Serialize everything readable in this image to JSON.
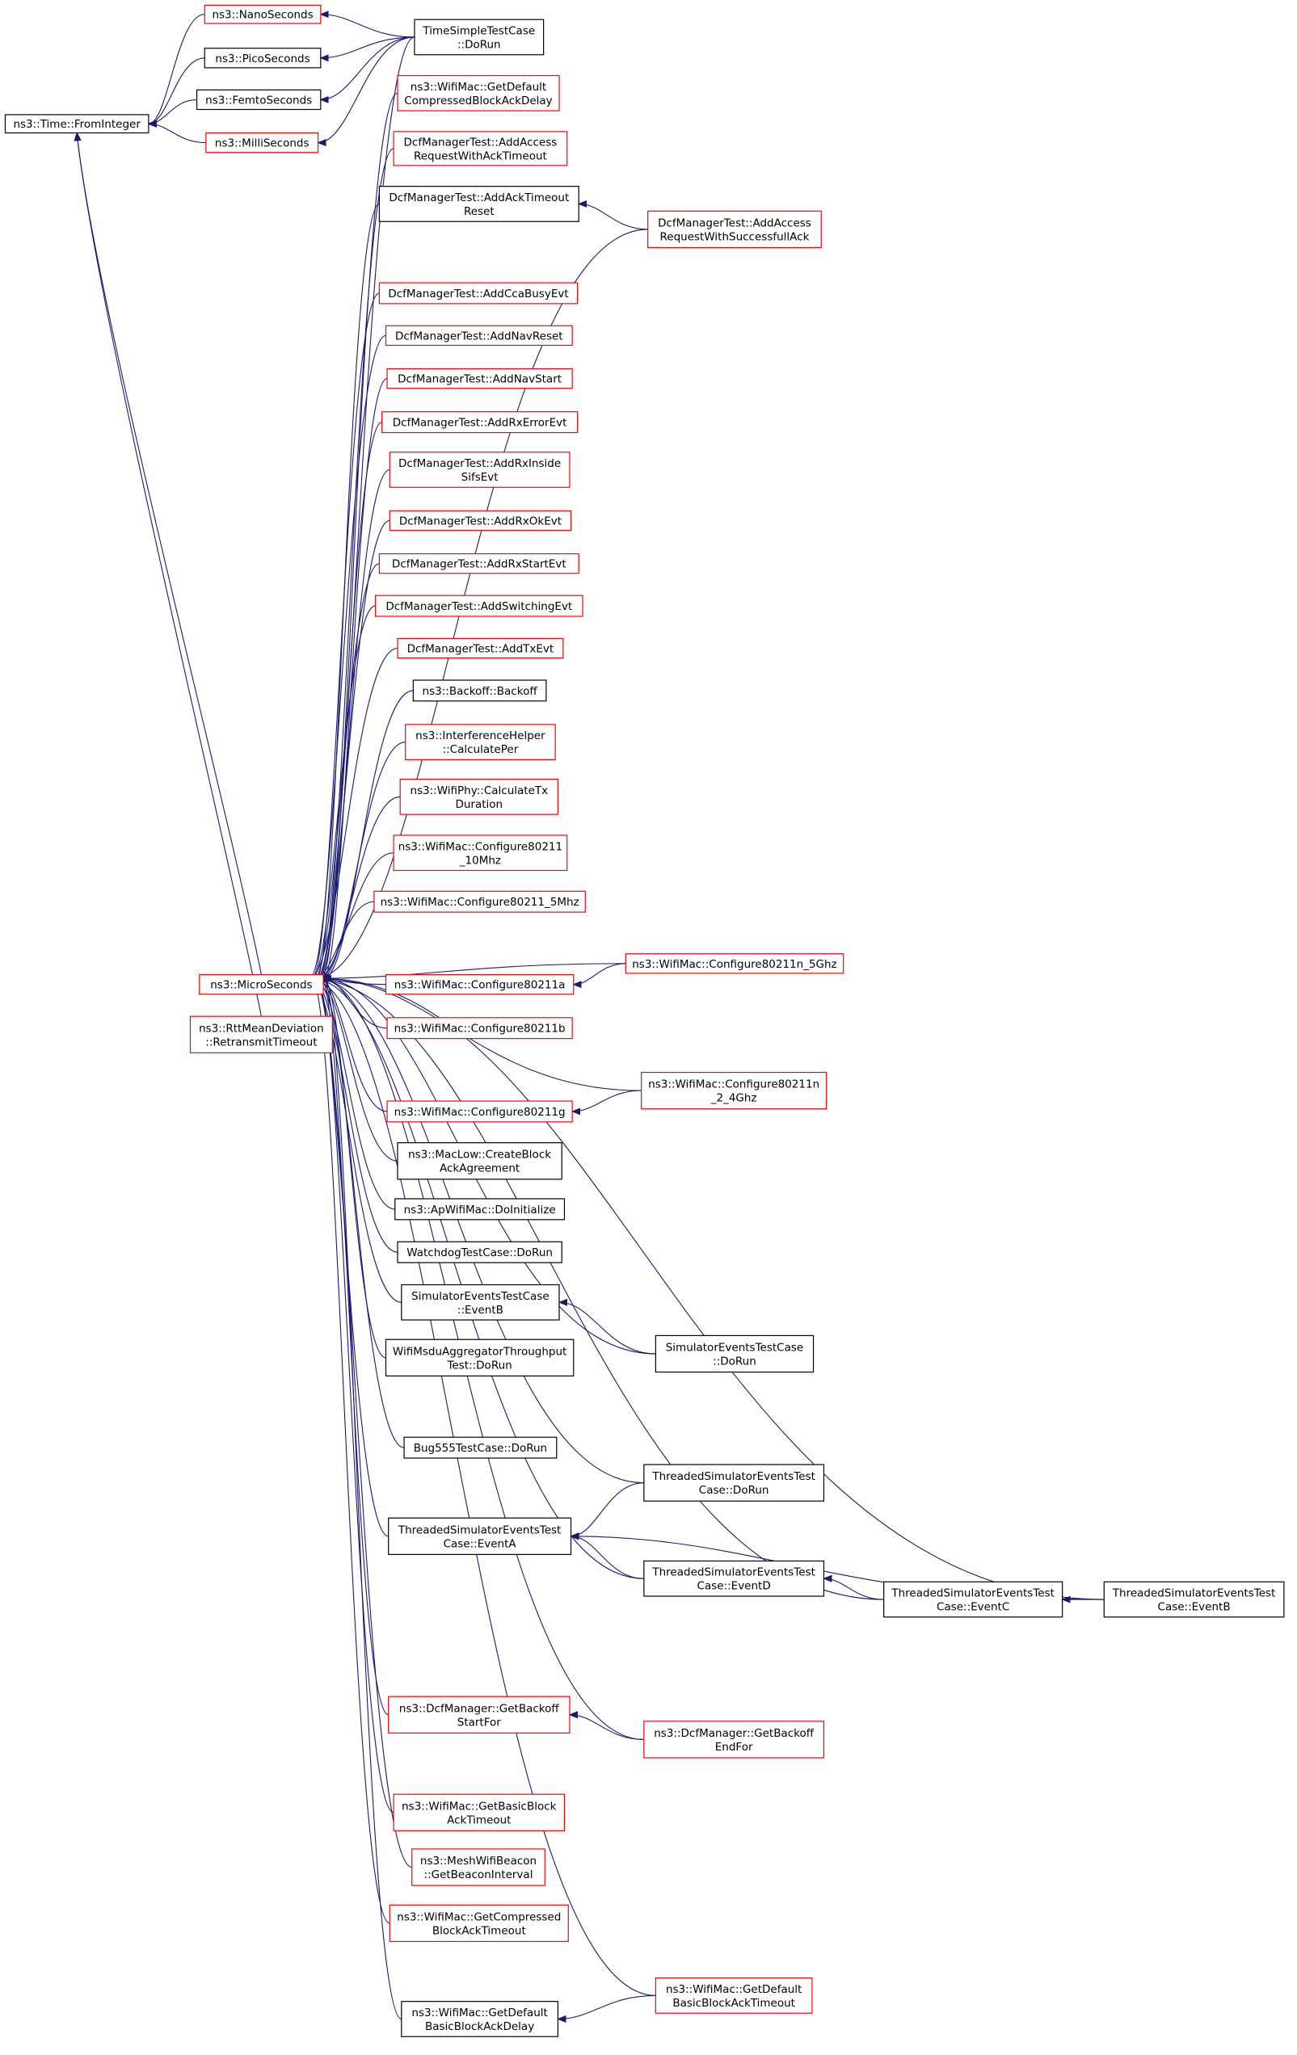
{
  "colors": {
    "edge": "#191970",
    "border_black": "#000000",
    "border_red": "#ff0000",
    "root_fill": "#bfbfbf"
  },
  "nodes": {
    "n0": {
      "lines": [
        "ns3::Time::FromInteger"
      ],
      "border": "gray"
    },
    "n1": {
      "lines": [
        "ns3::NanoSeconds"
      ],
      "border": "red"
    },
    "n2": {
      "lines": [
        "ns3::PicoSeconds"
      ],
      "border": "black"
    },
    "n3": {
      "lines": [
        "ns3::FemtoSeconds"
      ],
      "border": "black"
    },
    "n4": {
      "lines": [
        "ns3::MilliSeconds"
      ],
      "border": "red"
    },
    "n5": {
      "lines": [
        "ns3::MicroSeconds"
      ],
      "border": "red"
    },
    "n6": {
      "lines": [
        "ns3::RttMeanDeviation",
        "::RetransmitTimeout"
      ],
      "border": "red"
    },
    "n7": {
      "lines": [
        "TimeSimpleTestCase",
        "::DoRun"
      ],
      "border": "black"
    },
    "n8": {
      "lines": [
        "ns3::WifiMac::GetDefault",
        "CompressedBlockAckDelay"
      ],
      "border": "red"
    },
    "n9": {
      "lines": [
        "DcfManagerTest::AddAccess",
        "RequestWithAckTimeout"
      ],
      "border": "red"
    },
    "n10": {
      "lines": [
        "DcfManagerTest::AddAckTimeout",
        "Reset"
      ],
      "border": "black"
    },
    "n11": {
      "lines": [
        "DcfManagerTest::AddAccess",
        "RequestWithSuccessfullAck"
      ],
      "border": "red"
    },
    "n12": {
      "lines": [
        "DcfManagerTest::AddCcaBusyEvt"
      ],
      "border": "red"
    },
    "n13": {
      "lines": [
        "DcfManagerTest::AddNavReset"
      ],
      "border": "red"
    },
    "n14": {
      "lines": [
        "DcfManagerTest::AddNavStart"
      ],
      "border": "red"
    },
    "n15": {
      "lines": [
        "DcfManagerTest::AddRxErrorEvt"
      ],
      "border": "red"
    },
    "n16": {
      "lines": [
        "DcfManagerTest::AddRxInside",
        "SifsEvt"
      ],
      "border": "red"
    },
    "n17": {
      "lines": [
        "DcfManagerTest::AddRxOkEvt"
      ],
      "border": "red"
    },
    "n18": {
      "lines": [
        "DcfManagerTest::AddRxStartEvt"
      ],
      "border": "red"
    },
    "n19": {
      "lines": [
        "DcfManagerTest::AddSwitchingEvt"
      ],
      "border": "red"
    },
    "n20": {
      "lines": [
        "DcfManagerTest::AddTxEvt"
      ],
      "border": "red"
    },
    "n21": {
      "lines": [
        "ns3::Backoff::Backoff"
      ],
      "border": "black"
    },
    "n22": {
      "lines": [
        "ns3::InterferenceHelper",
        "::CalculatePer"
      ],
      "border": "red"
    },
    "n23": {
      "lines": [
        "ns3::WifiPhy::CalculateTx",
        "Duration"
      ],
      "border": "red"
    },
    "n24": {
      "lines": [
        "ns3::WifiMac::Configure80211",
        "_10Mhz"
      ],
      "border": "red"
    },
    "n25": {
      "lines": [
        "ns3::WifiMac::Configure80211_5Mhz"
      ],
      "border": "red"
    },
    "n26": {
      "lines": [
        "ns3::WifiMac::Configure80211n_5Ghz"
      ],
      "border": "red"
    },
    "n27": {
      "lines": [
        "ns3::WifiMac::Configure80211a"
      ],
      "border": "red"
    },
    "n28": {
      "lines": [
        "ns3::WifiMac::Configure80211b"
      ],
      "border": "red"
    },
    "n29": {
      "lines": [
        "ns3::WifiMac::Configure80211n",
        "_2_4Ghz"
      ],
      "border": "red"
    },
    "n30": {
      "lines": [
        "ns3::WifiMac::Configure80211g"
      ],
      "border": "red"
    },
    "n31": {
      "lines": [
        "ns3::MacLow::CreateBlock",
        "AckAgreement"
      ],
      "border": "black"
    },
    "n32": {
      "lines": [
        "ns3::ApWifiMac::DoInitialize"
      ],
      "border": "black"
    },
    "n33": {
      "lines": [
        "WatchdogTestCase::DoRun"
      ],
      "border": "black"
    },
    "n34": {
      "lines": [
        "SimulatorEventsTestCase",
        "::EventB"
      ],
      "border": "black"
    },
    "n35": {
      "lines": [
        "WifiMsduAggregatorThroughput",
        "Test::DoRun"
      ],
      "border": "black"
    },
    "n36": {
      "lines": [
        "SimulatorEventsTestCase",
        "::DoRun"
      ],
      "border": "black"
    },
    "n37": {
      "lines": [
        "Bug555TestCase::DoRun"
      ],
      "border": "black"
    },
    "n38": {
      "lines": [
        "ThreadedSimulatorEventsTest",
        "Case::DoRun"
      ],
      "border": "black"
    },
    "n39": {
      "lines": [
        "ThreadedSimulatorEventsTest",
        "Case::EventA"
      ],
      "border": "black"
    },
    "n40": {
      "lines": [
        "ThreadedSimulatorEventsTest",
        "Case::EventD"
      ],
      "border": "black"
    },
    "n41": {
      "lines": [
        "ThreadedSimulatorEventsTest",
        "Case::EventC"
      ],
      "border": "black"
    },
    "n42": {
      "lines": [
        "ThreadedSimulatorEventsTest",
        "Case::EventB"
      ],
      "border": "black"
    },
    "n43": {
      "lines": [
        "ns3::DcfManager::GetBackoff",
        "StartFor"
      ],
      "border": "red"
    },
    "n44": {
      "lines": [
        "ns3::DcfManager::GetBackoff",
        "EndFor"
      ],
      "border": "red"
    },
    "n45": {
      "lines": [
        "ns3::WifiMac::GetBasicBlock",
        "AckTimeout"
      ],
      "border": "red"
    },
    "n46": {
      "lines": [
        "ns3::MeshWifiBeacon",
        "::GetBeaconInterval"
      ],
      "border": "red"
    },
    "n47": {
      "lines": [
        "ns3::WifiMac::GetCompressed",
        "BlockAckTimeout"
      ],
      "border": "red"
    },
    "n48": {
      "lines": [
        "ns3::WifiMac::GetDefault",
        "BasicBlockAckTimeout"
      ],
      "border": "red"
    },
    "n49": {
      "lines": [
        "ns3::WifiMac::GetDefault",
        "BasicBlockAckDelay"
      ],
      "border": "black"
    }
  },
  "edges": [
    [
      "n1",
      "n0"
    ],
    [
      "n2",
      "n0"
    ],
    [
      "n3",
      "n0"
    ],
    [
      "n4",
      "n0"
    ],
    [
      "n5",
      "n0"
    ],
    [
      "n6",
      "n0"
    ],
    [
      "n7",
      "n1"
    ],
    [
      "n7",
      "n2"
    ],
    [
      "n7",
      "n3"
    ],
    [
      "n7",
      "n4"
    ],
    [
      "n7",
      "n5"
    ],
    [
      "n11",
      "n10"
    ],
    [
      "n26",
      "n27"
    ],
    [
      "n29",
      "n30"
    ],
    [
      "n36",
      "n34"
    ],
    [
      "n38",
      "n39"
    ],
    [
      "n40",
      "n39"
    ],
    [
      "n42",
      "n39"
    ],
    [
      "n41",
      "n40"
    ],
    [
      "n42",
      "n41"
    ],
    [
      "n44",
      "n43"
    ],
    [
      "n48",
      "n49"
    ],
    [
      "n8",
      "n5"
    ],
    [
      "n9",
      "n5"
    ],
    [
      "n10",
      "n5"
    ],
    [
      "n11",
      "n5"
    ],
    [
      "n12",
      "n5"
    ],
    [
      "n13",
      "n5"
    ],
    [
      "n14",
      "n5"
    ],
    [
      "n15",
      "n5"
    ],
    [
      "n16",
      "n5"
    ],
    [
      "n17",
      "n5"
    ],
    [
      "n18",
      "n5"
    ],
    [
      "n19",
      "n5"
    ],
    [
      "n20",
      "n5"
    ],
    [
      "n21",
      "n5"
    ],
    [
      "n22",
      "n5"
    ],
    [
      "n23",
      "n5"
    ],
    [
      "n24",
      "n5"
    ],
    [
      "n25",
      "n5"
    ],
    [
      "n26",
      "n5"
    ],
    [
      "n27",
      "n5"
    ],
    [
      "n28",
      "n5"
    ],
    [
      "n29",
      "n5"
    ],
    [
      "n30",
      "n5"
    ],
    [
      "n31",
      "n5"
    ],
    [
      "n32",
      "n5"
    ],
    [
      "n33",
      "n5"
    ],
    [
      "n34",
      "n5"
    ],
    [
      "n35",
      "n5"
    ],
    [
      "n36",
      "n5"
    ],
    [
      "n37",
      "n5"
    ],
    [
      "n38",
      "n5"
    ],
    [
      "n39",
      "n5"
    ],
    [
      "n40",
      "n5"
    ],
    [
      "n41",
      "n5"
    ],
    [
      "n42",
      "n5"
    ],
    [
      "n43",
      "n5"
    ],
    [
      "n44",
      "n5"
    ],
    [
      "n45",
      "n5"
    ],
    [
      "n46",
      "n5"
    ],
    [
      "n47",
      "n5"
    ],
    [
      "n48",
      "n5"
    ],
    [
      "n49",
      "n5"
    ]
  ]
}
